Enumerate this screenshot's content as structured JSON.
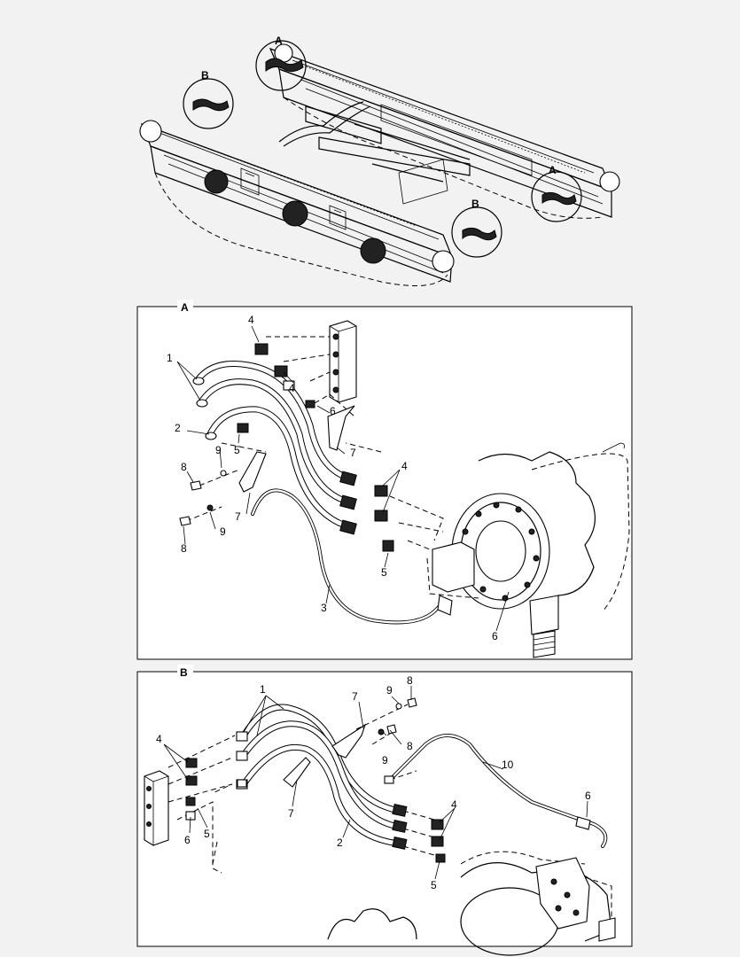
{
  "overview": {
    "callouts": [
      "A",
      "B",
      "A",
      "B"
    ]
  },
  "panel_a": {
    "title": "A",
    "callouts": [
      "4",
      "1",
      "4",
      "6",
      "2",
      "5",
      "7",
      "8",
      "9",
      "7",
      "4",
      "9",
      "8",
      "5",
      "3",
      "6"
    ]
  },
  "panel_b": {
    "title": "B",
    "callouts": [
      "1",
      "7",
      "9",
      "8",
      "9",
      "8",
      "4",
      "10",
      "7",
      "6",
      "5",
      "2",
      "4",
      "6",
      "5"
    ]
  }
}
